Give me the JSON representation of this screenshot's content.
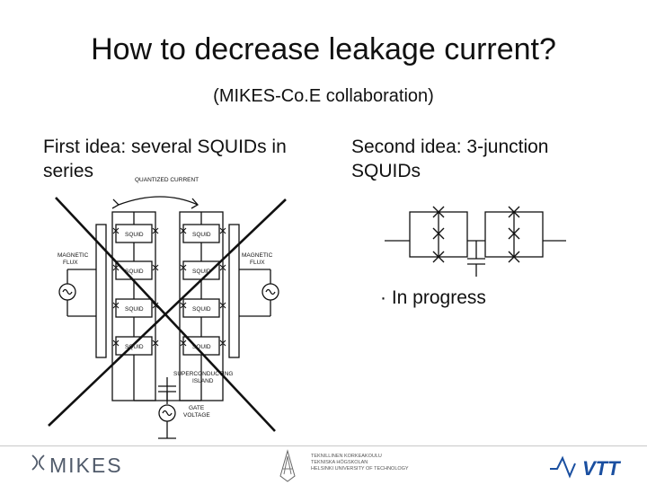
{
  "slide": {
    "title": "How to decrease leakage current?",
    "subtitle": "(MIKES-Co.E collaboration)",
    "left_column": {
      "line1": "First idea: several SQUIDs in",
      "line2": "series"
    },
    "right_column": {
      "line1": "Second idea: 3-junction",
      "line2": "SQUIDs"
    },
    "bullet": "· In progress"
  },
  "left_diagram": {
    "quantized_current": "QUANTIZED CURRENT",
    "magnetic_flux_left": [
      "MAGNETIC",
      "FLUX"
    ],
    "magnetic_flux_right": [
      "MAGNETIC",
      "FLUX"
    ],
    "squid_label": "SQUID",
    "superconducting_island": [
      "SUPERCONDUCTING",
      "ISLAND"
    ],
    "gate_voltage": [
      "GATE",
      "VOLTAGE"
    ]
  },
  "footer": {
    "mikes": "MIKES",
    "tkk_lines": [
      "TEKNILLINEN KORKEAKOULU",
      "TEKNISKA HÖGSKOLAN",
      "HELSINKI UNIVERSITY OF TECHNOLOGY"
    ],
    "vtt": "VTT"
  },
  "colors": {
    "text": "#111111",
    "mikes_logo": "#505a6a",
    "vtt_blue": "#1a4fa0",
    "rule": "#c9c9c9"
  }
}
